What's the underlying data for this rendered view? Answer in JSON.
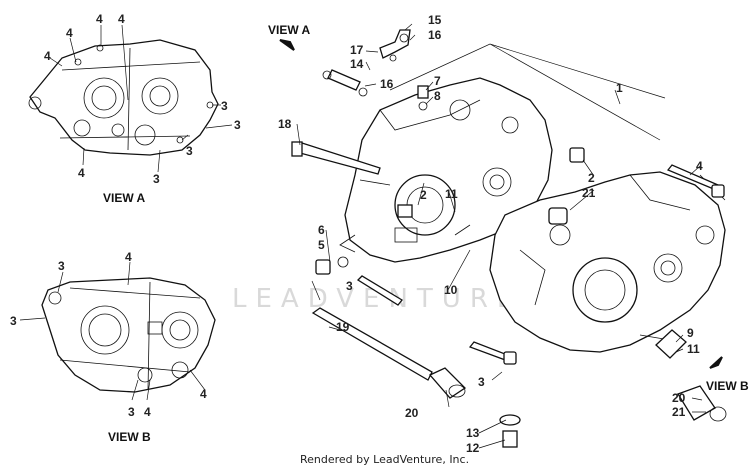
{
  "views": {
    "view_a_top_label": "VIEW A",
    "view_b_right_label": "VIEW B",
    "view_a_bottom_label": "VIEW A",
    "view_b_bottom_label": "VIEW B"
  },
  "watermark": "LEADVENTURE",
  "credit": "Rendered by LeadVenture, Inc.",
  "callouts": {
    "c1": "1",
    "c2a": "2",
    "c2b": "2",
    "c3a": "3",
    "c3b": "3",
    "c4": "4",
    "c5": "5",
    "c6": "6",
    "c7": "7",
    "c8": "8",
    "c9": "9",
    "c10": "10",
    "c11a": "11",
    "c11b": "11",
    "c12": "12",
    "c13": "13",
    "c14": "14",
    "c15": "15",
    "c16a": "16",
    "c16b": "16",
    "c17": "17",
    "c18": "18",
    "c19": "19",
    "c20a": "20",
    "c20b": "20",
    "c21a": "21",
    "c21b": "21"
  },
  "inset_a_callouts": {
    "a1": "4",
    "a2": "4",
    "a3": "4",
    "a4": "4",
    "a5": "3",
    "a6": "3",
    "a7": "3",
    "a8": "3",
    "a9": "4"
  },
  "inset_b_callouts": {
    "b1": "3",
    "b2": "4",
    "b3": "3",
    "b4": "3",
    "b5": "4",
    "b6": "4"
  }
}
